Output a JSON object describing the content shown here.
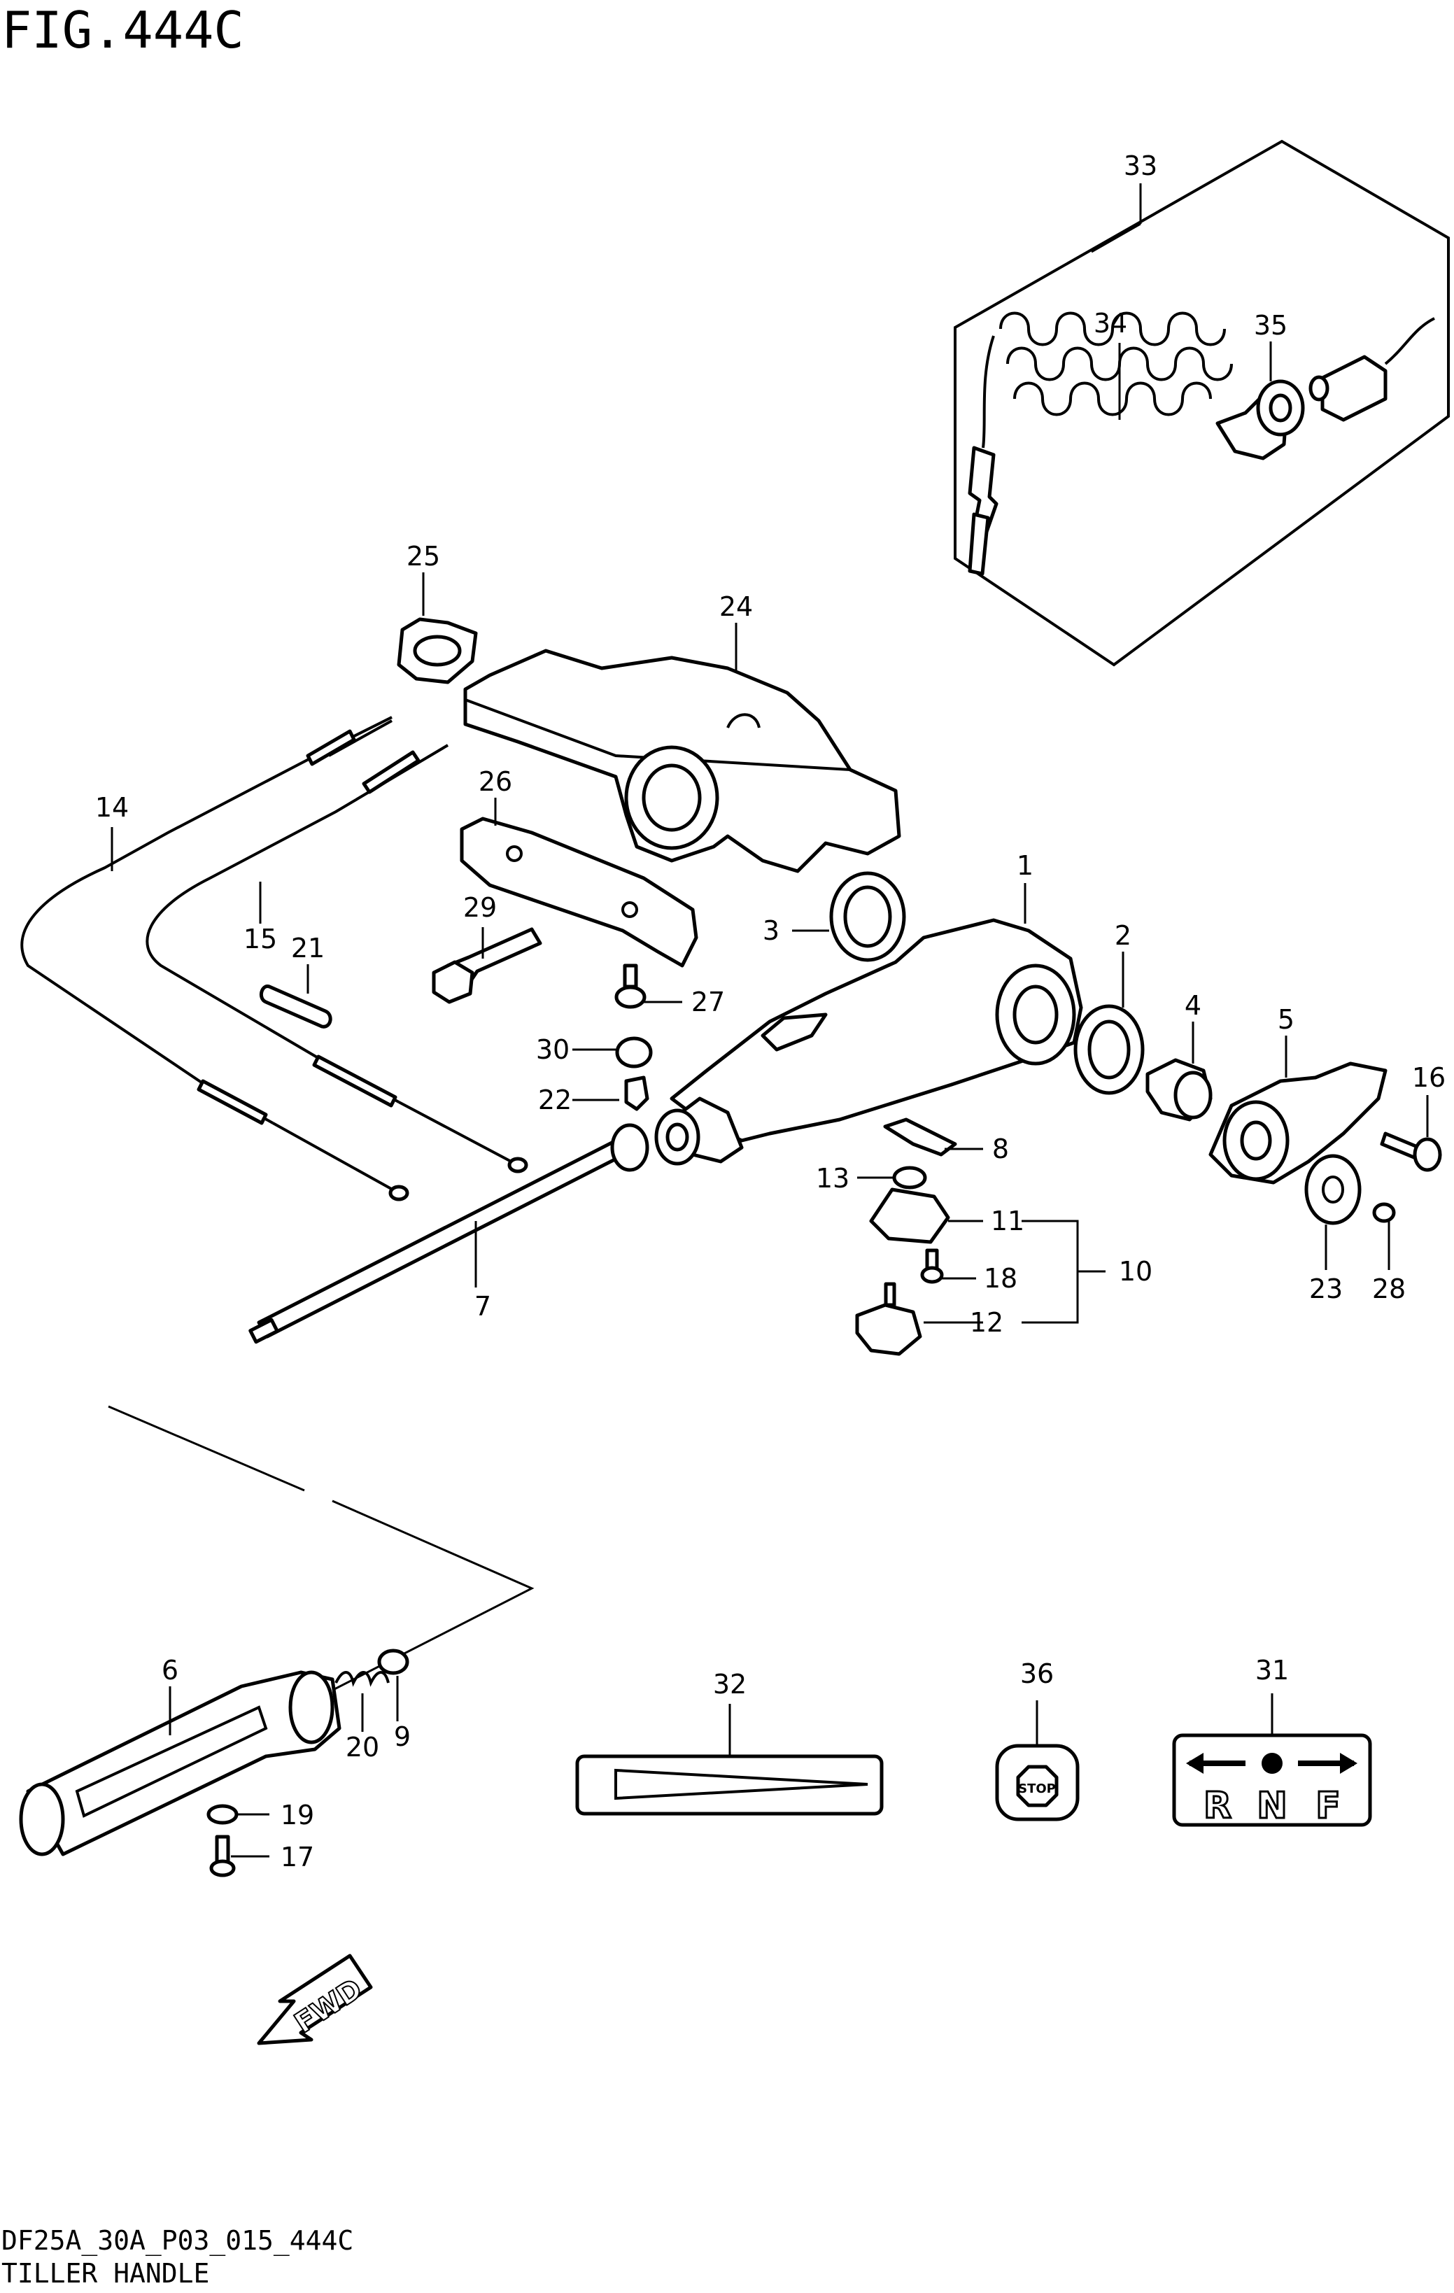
{
  "figure_title": "FIG.444C",
  "drawing_code": "DF25A_30A_P03_015_444C",
  "section_title": "TILLER HANDLE",
  "stop_label": "STOP",
  "fwd_label": "FWD",
  "gear_letters": [
    "R",
    "N",
    "F"
  ],
  "callouts": [
    "1",
    "2",
    "3",
    "4",
    "5",
    "6",
    "7",
    "8",
    "9",
    "10",
    "11",
    "12",
    "13",
    "14",
    "15",
    "16",
    "17",
    "18",
    "19",
    "20",
    "21",
    "22",
    "23",
    "24",
    "25",
    "26",
    "27",
    "28",
    "29",
    "30",
    "31",
    "32",
    "33",
    "34",
    "35",
    "36"
  ]
}
